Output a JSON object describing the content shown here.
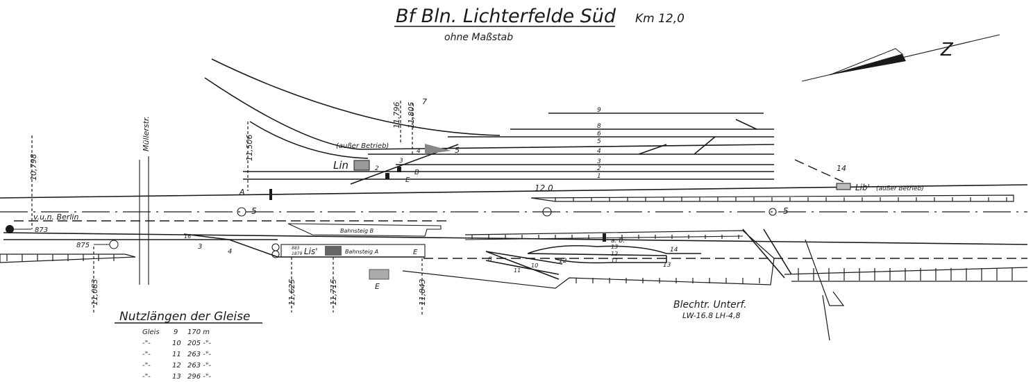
{
  "title": "Bf Bln. Lichterfelde Süd",
  "km": "Km 12,0",
  "scale_note": "ohne Maßstab",
  "north_label": "Z",
  "street": "Müllerstr.",
  "direction": "v.u.n. Berlin",
  "km_marks": [
    "10,798",
    "11,506",
    "11,796",
    "11,805",
    "11,083",
    "11,625",
    "11,715",
    "11,843"
  ],
  "km_center": "12.0",
  "track_numbers": [
    "1",
    "2",
    "3",
    "4",
    "5",
    "6",
    "7",
    "8",
    "9",
    "10",
    "11",
    "12",
    "13"
  ],
  "switch_numbers": [
    "2",
    "3",
    "4",
    "5",
    "14",
    "16",
    "3",
    "4",
    "8",
    "12",
    "13",
    "14"
  ],
  "centerline_marks": [
    "5",
    "5"
  ],
  "signals": [
    "873",
    "875"
  ],
  "stations": {
    "lin": "Lin",
    "lis": "Lis'",
    "lib": "Lib'",
    "lib_note": "(außer Betrieb)",
    "ausser_betrieb": "(außer Betrieb)",
    "lis_codes": [
      "883",
      "1879"
    ]
  },
  "markers": {
    "b": "B",
    "e": "E",
    "a": "A",
    "e2": "E",
    "e3": "E",
    "ab": "a. B."
  },
  "platforms": {
    "b": "Bahnsteig B",
    "a": "Bahnsteig A"
  },
  "bridge": {
    "name": "Blechtr. Unterf.",
    "dims": "LW-16.8 LH-4,8"
  },
  "lengths": {
    "heading": "Nutzlängen der Gleise",
    "rows": [
      {
        "label": "Gleis",
        "track": "9",
        "value": "170 m"
      },
      {
        "label": "-\"-",
        "track": "10",
        "value": "205 -\"-"
      },
      {
        "label": "-\"-",
        "track": "11",
        "value": "263 -\"-"
      },
      {
        "label": "-\"-",
        "track": "12",
        "value": "263 -\"-"
      },
      {
        "label": "-\"-",
        "track": "13",
        "value": "296 -\"-"
      }
    ]
  }
}
